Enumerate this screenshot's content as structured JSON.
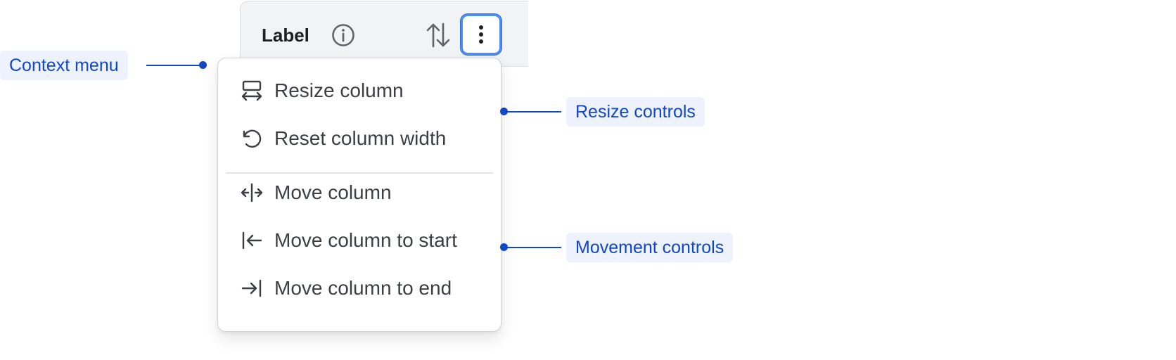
{
  "header": {
    "label": "Label",
    "icons": [
      "info-icon",
      "sort-icon",
      "more-vertical-icon"
    ]
  },
  "menu": {
    "items": [
      {
        "label": "Resize column",
        "icon": "resize-column-icon"
      },
      {
        "label": "Reset column width",
        "icon": "reset-icon"
      },
      {
        "label": "Move column",
        "icon": "move-column-icon"
      },
      {
        "label": "Move column to start",
        "icon": "move-to-start-icon"
      },
      {
        "label": "Move column to end",
        "icon": "move-to-end-icon"
      }
    ]
  },
  "annotations": {
    "context_menu": "Context menu",
    "resize_controls": "Resize controls",
    "movement_controls": "Movement controls"
  },
  "colors": {
    "annotation": "#1146c8",
    "annotation_bg": "#edf2fc",
    "focus_ring": "#4c8df6",
    "header_bg": "#f2f3f5",
    "text": "#3b3e45"
  }
}
